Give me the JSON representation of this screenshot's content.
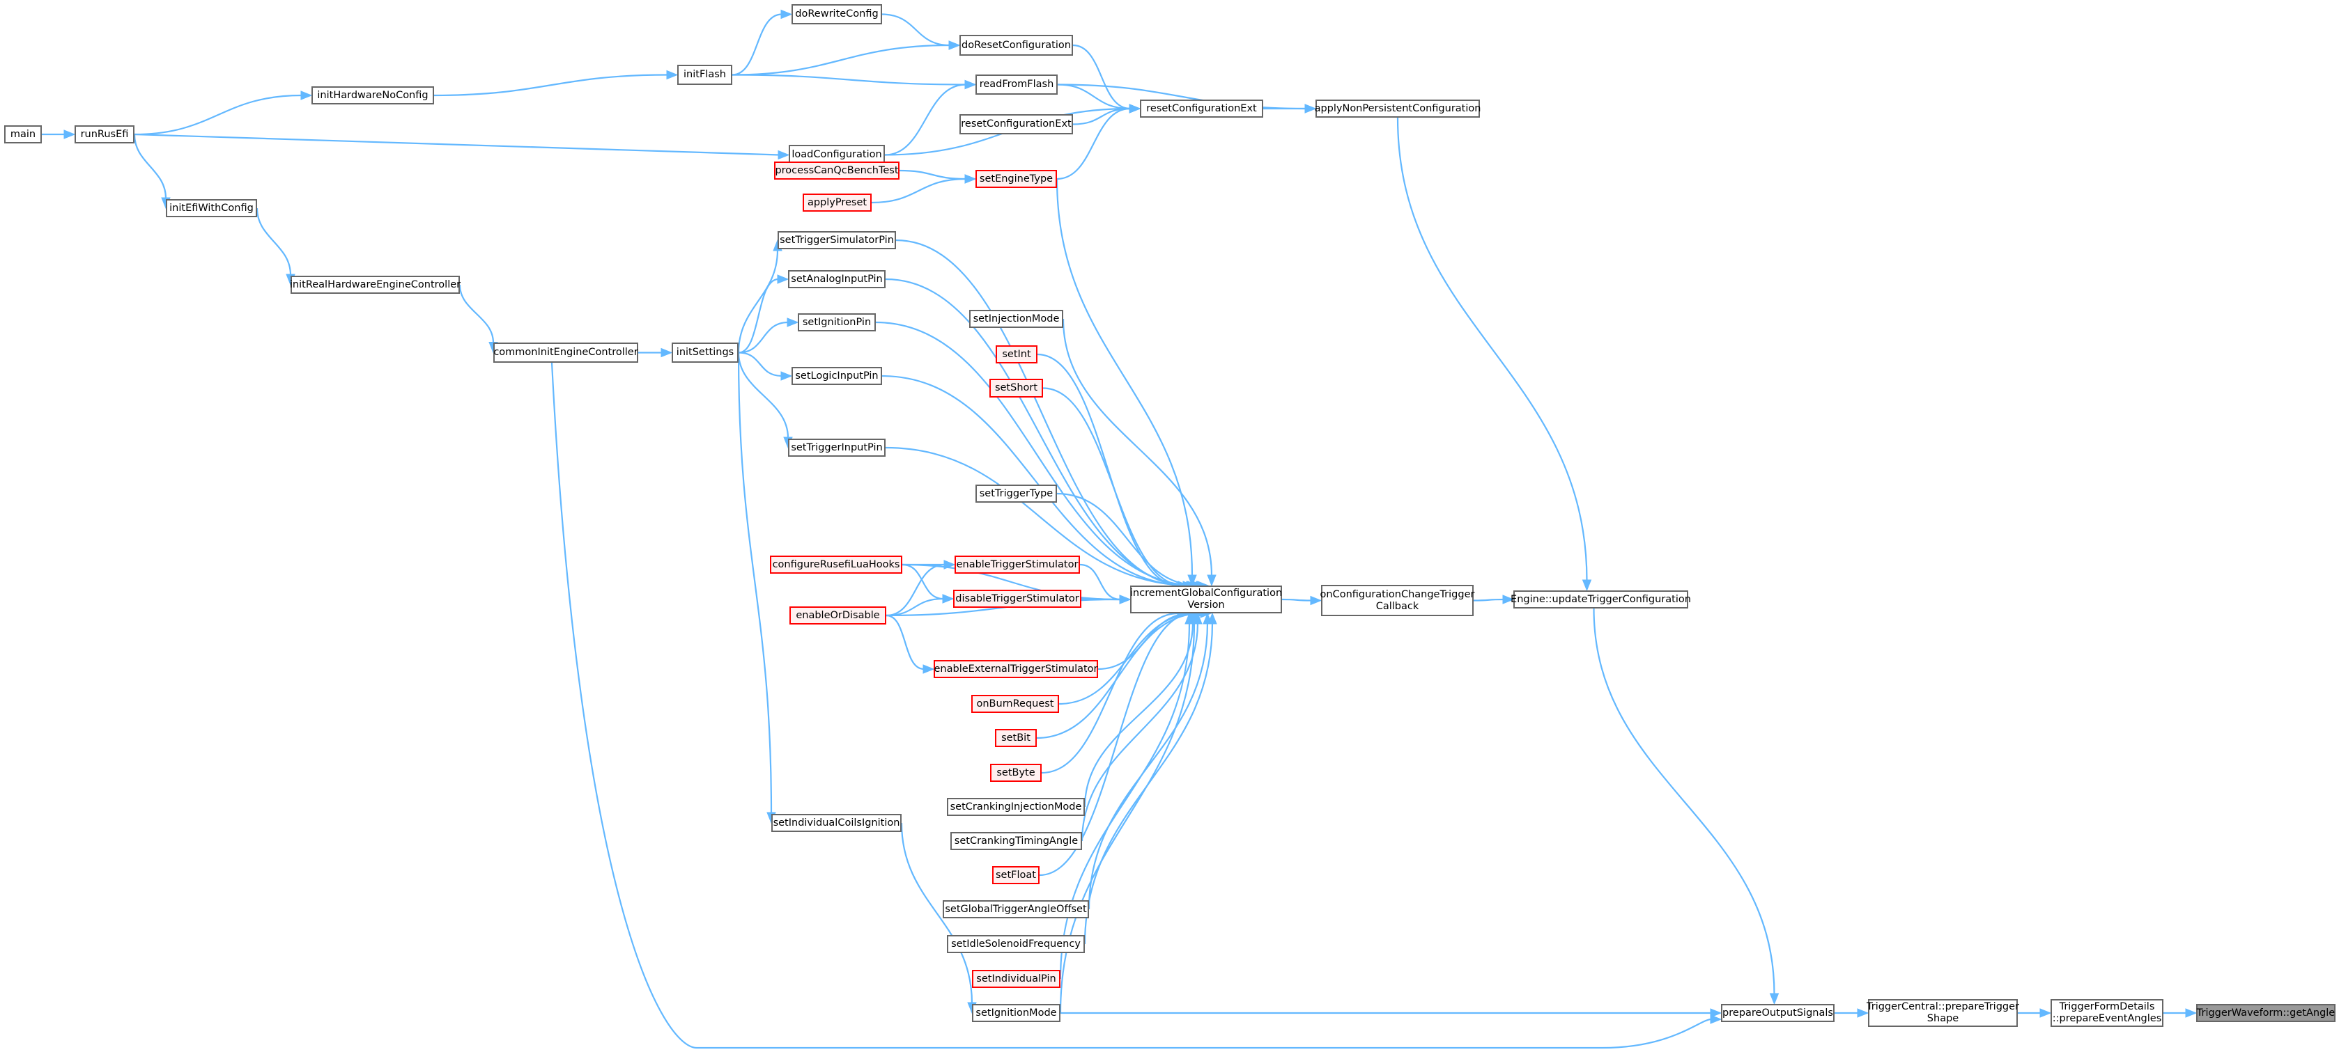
{
  "title": "Caller graph for TriggerWaveform::getAngle",
  "colors": {
    "edge": "#63b8ff",
    "node_border": "#666666",
    "external_border": "#ff0000",
    "external_fill": "#fff0f0",
    "focus_fill": "#999999"
  },
  "nodes": [
    {
      "id": "main",
      "label": "main",
      "style": "normal"
    },
    {
      "id": "runRusEfi",
      "label": "runRusEfi",
      "style": "normal"
    },
    {
      "id": "initHardwareNoConfig",
      "label": "initHardwareNoConfig",
      "style": "normal"
    },
    {
      "id": "initFlash",
      "label": "initFlash",
      "style": "normal"
    },
    {
      "id": "doRewriteConfig",
      "label": "doRewriteConfig",
      "style": "normal"
    },
    {
      "id": "doResetConfiguration",
      "label": "doResetConfiguration",
      "style": "normal"
    },
    {
      "id": "readFromFlash",
      "label": "readFromFlash",
      "style": "normal"
    },
    {
      "id": "resetConfigurationExt2",
      "label": "resetConfigurationExt",
      "style": "normal"
    },
    {
      "id": "loadConfiguration",
      "label": "loadConfiguration",
      "style": "normal"
    },
    {
      "id": "resetConfigurationExt",
      "label": "resetConfigurationExt",
      "style": "normal"
    },
    {
      "id": "applyNonPersistentConfiguration",
      "label": "applyNonPersistentConfiguration",
      "style": "normal"
    },
    {
      "id": "initEfiWithConfig",
      "label": "initEfiWithConfig",
      "style": "normal"
    },
    {
      "id": "initRealHardwareEngineController",
      "label": "initRealHardwareEngineController",
      "style": "normal"
    },
    {
      "id": "commonInitEngineController",
      "label": "commonInitEngineController",
      "style": "normal"
    },
    {
      "id": "initSettings",
      "label": "initSettings",
      "style": "normal"
    },
    {
      "id": "processCanQcBenchTest",
      "label": "processCanQcBenchTest",
      "style": "red"
    },
    {
      "id": "setEngineType",
      "label": "setEngineType",
      "style": "red"
    },
    {
      "id": "applyPreset",
      "label": "applyPreset",
      "style": "red"
    },
    {
      "id": "setTriggerSimulatorPin",
      "label": "setTriggerSimulatorPin",
      "style": "normal"
    },
    {
      "id": "setAnalogInputPin",
      "label": "setAnalogInputPin",
      "style": "normal"
    },
    {
      "id": "setIgnitionPin",
      "label": "setIgnitionPin",
      "style": "normal"
    },
    {
      "id": "setInjectionMode",
      "label": "setInjectionMode",
      "style": "normal"
    },
    {
      "id": "setInt",
      "label": "setInt",
      "style": "red"
    },
    {
      "id": "setShort",
      "label": "setShort",
      "style": "red"
    },
    {
      "id": "setLogicInputPin",
      "label": "setLogicInputPin",
      "style": "normal"
    },
    {
      "id": "setTriggerInputPin",
      "label": "setTriggerInputPin",
      "style": "normal"
    },
    {
      "id": "setTriggerType",
      "label": "setTriggerType",
      "style": "normal"
    },
    {
      "id": "configureRusefiLuaHooks",
      "label": "configureRusefiLuaHooks",
      "style": "red"
    },
    {
      "id": "enableTriggerStimulator",
      "label": "enableTriggerStimulator",
      "style": "red"
    },
    {
      "id": "disableTriggerStimulator",
      "label": "disableTriggerStimulator",
      "style": "red"
    },
    {
      "id": "enableOrDisable",
      "label": "enableOrDisable",
      "style": "red"
    },
    {
      "id": "incrementGlobalConfigurationVersion",
      "label": "incrementGlobalConfiguration\nVersion",
      "style": "normal"
    },
    {
      "id": "enableExternalTriggerStimulator",
      "label": "enableExternalTriggerStimulator",
      "style": "red"
    },
    {
      "id": "onBurnRequest",
      "label": "onBurnRequest",
      "style": "red"
    },
    {
      "id": "setBit",
      "label": "setBit",
      "style": "red"
    },
    {
      "id": "setByte",
      "label": "setByte",
      "style": "red"
    },
    {
      "id": "setCrankingInjectionMode",
      "label": "setCrankingInjectionMode",
      "style": "normal"
    },
    {
      "id": "setCrankingTimingAngle",
      "label": "setCrankingTimingAngle",
      "style": "normal"
    },
    {
      "id": "setFloat",
      "label": "setFloat",
      "style": "red"
    },
    {
      "id": "setGlobalTriggerAngleOffset",
      "label": "setGlobalTriggerAngleOffset",
      "style": "normal"
    },
    {
      "id": "setIdleSolenoidFrequency",
      "label": "setIdleSolenoidFrequency",
      "style": "normal"
    },
    {
      "id": "setIndividualPin",
      "label": "setIndividualPin",
      "style": "red"
    },
    {
      "id": "setIgnitionMode",
      "label": "setIgnitionMode",
      "style": "normal"
    },
    {
      "id": "setIndividualCoilsIgnition",
      "label": "setIndividualCoilsIgnition",
      "style": "normal"
    },
    {
      "id": "onConfigurationChangeTriggerCallback",
      "label": "onConfigurationChangeTrigger\nCallback",
      "style": "normal"
    },
    {
      "id": "updateTriggerConfiguration",
      "label": "Engine::updateTriggerConfiguration",
      "style": "normal"
    },
    {
      "id": "prepareOutputSignals",
      "label": "prepareOutputSignals",
      "style": "normal"
    },
    {
      "id": "prepareTriggerShape",
      "label": "TriggerCentral::prepareTrigger\nShape",
      "style": "normal"
    },
    {
      "id": "prepareEventAngles",
      "label": "TriggerFormDetails\n::prepareEventAngles",
      "style": "normal"
    },
    {
      "id": "getAngle",
      "label": "TriggerWaveform::getAngle",
      "style": "focus"
    }
  ],
  "edges": [
    [
      "main",
      "runRusEfi"
    ],
    [
      "runRusEfi",
      "initHardwareNoConfig"
    ],
    [
      "runRusEfi",
      "loadConfiguration"
    ],
    [
      "runRusEfi",
      "initEfiWithConfig"
    ],
    [
      "initHardwareNoConfig",
      "initFlash"
    ],
    [
      "initFlash",
      "doRewriteConfig"
    ],
    [
      "initFlash",
      "doResetConfiguration"
    ],
    [
      "initFlash",
      "readFromFlash"
    ],
    [
      "doRewriteConfig",
      "doResetConfiguration"
    ],
    [
      "doResetConfiguration",
      "resetConfigurationExt"
    ],
    [
      "readFromFlash",
      "resetConfigurationExt"
    ],
    [
      "readFromFlash",
      "applyNonPersistentConfiguration"
    ],
    [
      "loadConfiguration",
      "readFromFlash"
    ],
    [
      "loadConfiguration",
      "resetConfigurationExt"
    ],
    [
      "resetConfigurationExt2",
      "resetConfigurationExt"
    ],
    [
      "setEngineType",
      "resetConfigurationExt"
    ],
    [
      "resetConfigurationExt",
      "applyNonPersistentConfiguration"
    ],
    [
      "applyNonPersistentConfiguration",
      "updateTriggerConfiguration"
    ],
    [
      "initEfiWithConfig",
      "initRealHardwareEngineController"
    ],
    [
      "initRealHardwareEngineController",
      "commonInitEngineController"
    ],
    [
      "commonInitEngineController",
      "initSettings"
    ],
    [
      "commonInitEngineController",
      "prepareOutputSignals"
    ],
    [
      "initSettings",
      "setTriggerSimulatorPin"
    ],
    [
      "initSettings",
      "setAnalogInputPin"
    ],
    [
      "initSettings",
      "setIgnitionPin"
    ],
    [
      "initSettings",
      "setLogicInputPin"
    ],
    [
      "initSettings",
      "setTriggerInputPin"
    ],
    [
      "initSettings",
      "setIndividualCoilsIgnition"
    ],
    [
      "processCanQcBenchTest",
      "setEngineType"
    ],
    [
      "applyPreset",
      "setEngineType"
    ],
    [
      "setEngineType",
      "incrementGlobalConfigurationVersion"
    ],
    [
      "setTriggerSimulatorPin",
      "incrementGlobalConfigurationVersion"
    ],
    [
      "setAnalogInputPin",
      "incrementGlobalConfigurationVersion"
    ],
    [
      "setIgnitionPin",
      "incrementGlobalConfigurationVersion"
    ],
    [
      "setInjectionMode",
      "incrementGlobalConfigurationVersion"
    ],
    [
      "setInt",
      "incrementGlobalConfigurationVersion"
    ],
    [
      "setShort",
      "incrementGlobalConfigurationVersion"
    ],
    [
      "setLogicInputPin",
      "incrementGlobalConfigurationVersion"
    ],
    [
      "setTriggerInputPin",
      "incrementGlobalConfigurationVersion"
    ],
    [
      "setTriggerType",
      "incrementGlobalConfigurationVersion"
    ],
    [
      "configureRusefiLuaHooks",
      "incrementGlobalConfigurationVersion"
    ],
    [
      "configureRusefiLuaHooks",
      "enableTriggerStimulator"
    ],
    [
      "configureRusefiLuaHooks",
      "disableTriggerStimulator"
    ],
    [
      "enableOrDisable",
      "enableTriggerStimulator"
    ],
    [
      "enableOrDisable",
      "disableTriggerStimulator"
    ],
    [
      "enableOrDisable",
      "incrementGlobalConfigurationVersion"
    ],
    [
      "enableOrDisable",
      "enableExternalTriggerStimulator"
    ],
    [
      "enableTriggerStimulator",
      "incrementGlobalConfigurationVersion"
    ],
    [
      "disableTriggerStimulator",
      "incrementGlobalConfigurationVersion"
    ],
    [
      "enableExternalTriggerStimulator",
      "incrementGlobalConfigurationVersion"
    ],
    [
      "onBurnRequest",
      "incrementGlobalConfigurationVersion"
    ],
    [
      "setBit",
      "incrementGlobalConfigurationVersion"
    ],
    [
      "setByte",
      "incrementGlobalConfigurationVersion"
    ],
    [
      "setCrankingInjectionMode",
      "incrementGlobalConfigurationVersion"
    ],
    [
      "setCrankingTimingAngle",
      "incrementGlobalConfigurationVersion"
    ],
    [
      "setFloat",
      "incrementGlobalConfigurationVersion"
    ],
    [
      "setGlobalTriggerAngleOffset",
      "incrementGlobalConfigurationVersion"
    ],
    [
      "setIdleSolenoidFrequency",
      "incrementGlobalConfigurationVersion"
    ],
    [
      "setIndividualPin",
      "incrementGlobalConfigurationVersion"
    ],
    [
      "setIgnitionMode",
      "incrementGlobalConfigurationVersion"
    ],
    [
      "setIndividualCoilsIgnition",
      "setIgnitionMode"
    ],
    [
      "setIgnitionMode",
      "prepareOutputSignals"
    ],
    [
      "incrementGlobalConfigurationVersion",
      "onConfigurationChangeTriggerCallback"
    ],
    [
      "onConfigurationChangeTriggerCallback",
      "updateTriggerConfiguration"
    ],
    [
      "updateTriggerConfiguration",
      "prepareOutputSignals"
    ],
    [
      "prepareOutputSignals",
      "prepareTriggerShape"
    ],
    [
      "prepareTriggerShape",
      "prepareEventAngles"
    ],
    [
      "prepareEventAngles",
      "getAngle"
    ]
  ]
}
